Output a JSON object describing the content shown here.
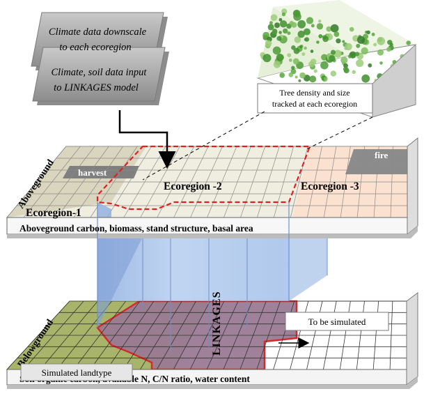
{
  "boxes": {
    "box1": "Climate data downscale to each ecoregion",
    "box1_lines": [
      "Climate data downscale",
      "to each ecoregion"
    ],
    "box2": "Climate, soil data input to LINKAGES model",
    "box2_lines": [
      "Climate, soil data input",
      "to LINKAGES model"
    ],
    "tree_caption": "Tree density and size tracked at each ecoregion",
    "tree_caption_lines": [
      "Tree density and size",
      "tracked at each ecoregion"
    ]
  },
  "aboveground": {
    "side_label": "Aboveground",
    "harvest_label": "harvest",
    "fire_label": "fire",
    "ecoregion1": "Ecoregion-1",
    "ecoregion2": "Ecoregion -2",
    "ecoregion3": "Ecoregion -3",
    "front_label": "Aboveground carbon, biomass, stand structure, basal area"
  },
  "belowground": {
    "side_label": "Belowground",
    "linkages_label": "LINKAGES",
    "to_be_simulated": "To be simulated",
    "simulated_landtype": "Simulated landtype",
    "front_label": "Soil organic carbon, available N, C/N ratio, water content"
  },
  "colors": {
    "ecoregion1_fill": "#d9d5bf",
    "ecoregion2_fill": "#efeee0",
    "ecoregion3_fill": "#fbe1cf",
    "harvest_fill": "#7f7f7f",
    "fire_fill": "#8c8c8c",
    "column_fill": "#a9c4ea",
    "column_edge": "#6f8fc7",
    "belowground_green": "#a7b46a",
    "linkages_fill": "#9a7a94",
    "linkages_edge": "#d62a2a",
    "dashed_red": "#e02020",
    "box_gray": "#a5a5a5"
  }
}
